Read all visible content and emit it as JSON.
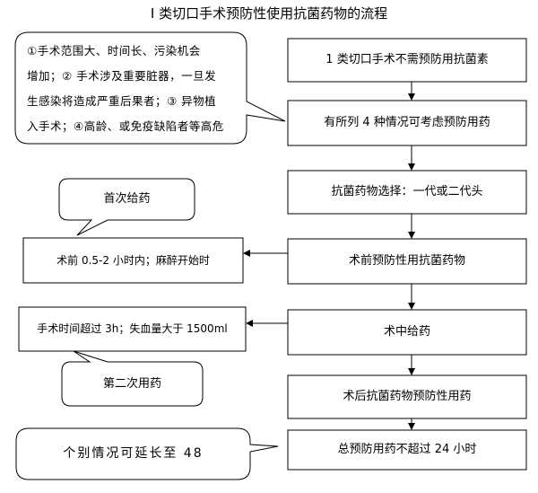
{
  "title": "I 类切口手术预防性使用抗菌药物的流程",
  "flow": {
    "step1": "1 类切口手术不需预防用抗菌素",
    "step2": "有所列 4 种情况可考虑预防用药",
    "step3": "抗菌药物选择：一代或二代头",
    "step4": "术前预防性用抗菌药物",
    "step5": "术中给药",
    "step6": "术后抗菌药物预防性用药",
    "step7": "总预防用药不超过 24 小时"
  },
  "side": {
    "preop_box": "术前 0.5-2 小时内；麻醉开始时",
    "intraop_box": "手术时间超过 3h；失血量大于 1500ml"
  },
  "callouts": {
    "conditions_lines": [
      "①手术范围大、时间长、污染机会",
      "增加；② 手术涉及重要脏器，一旦发",
      "生感染将造成严重后果者；③ 异物植",
      "入手术；④高龄、或免疫缺陷者等高危"
    ],
    "first_dose": "首次给药",
    "second_dose": "第二次用药",
    "extend": "个别情况可延长至 48"
  }
}
